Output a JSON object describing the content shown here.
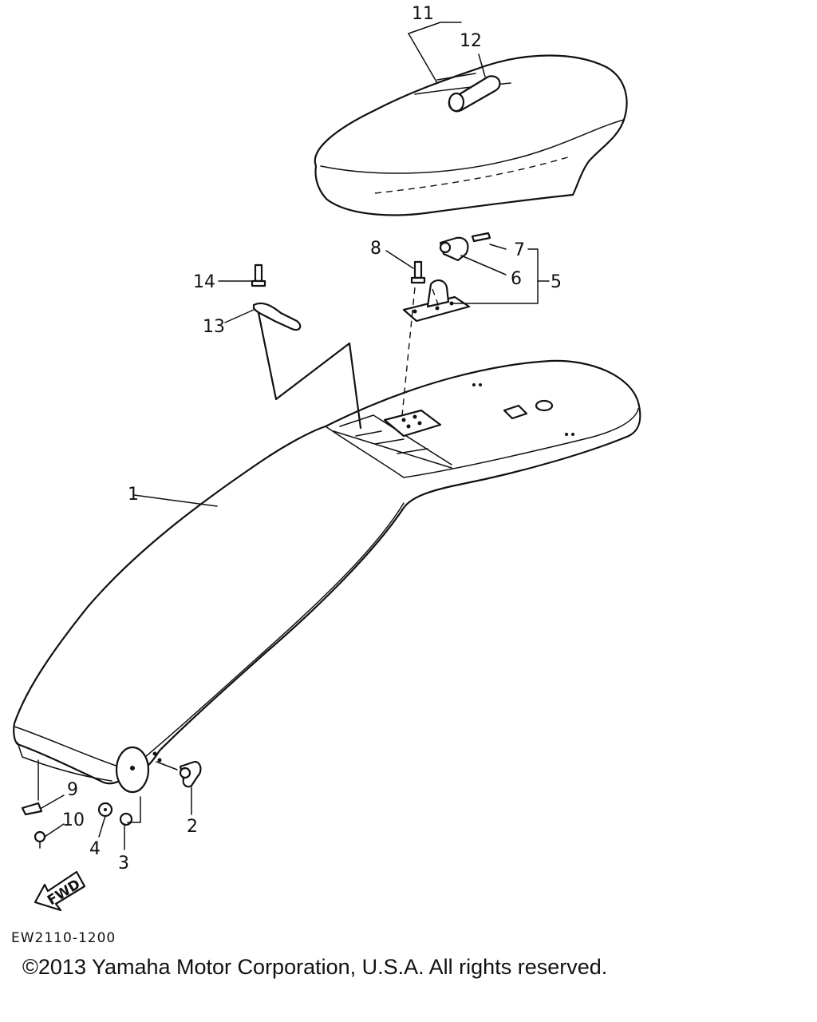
{
  "callouts": {
    "c1": "1",
    "c2": "2",
    "c3": "3",
    "c4": "4",
    "c5": "5",
    "c6": "6",
    "c7": "7",
    "c8": "8",
    "c9": "9",
    "c10": "10",
    "c11": "11",
    "c12": "12",
    "c13": "13",
    "c14": "14"
  },
  "fwd_label": "FWD",
  "drawing_code": "EW2110-1200",
  "copyright": "©2013 Yamaha Motor Corporation, U.S.A. All rights reserved."
}
